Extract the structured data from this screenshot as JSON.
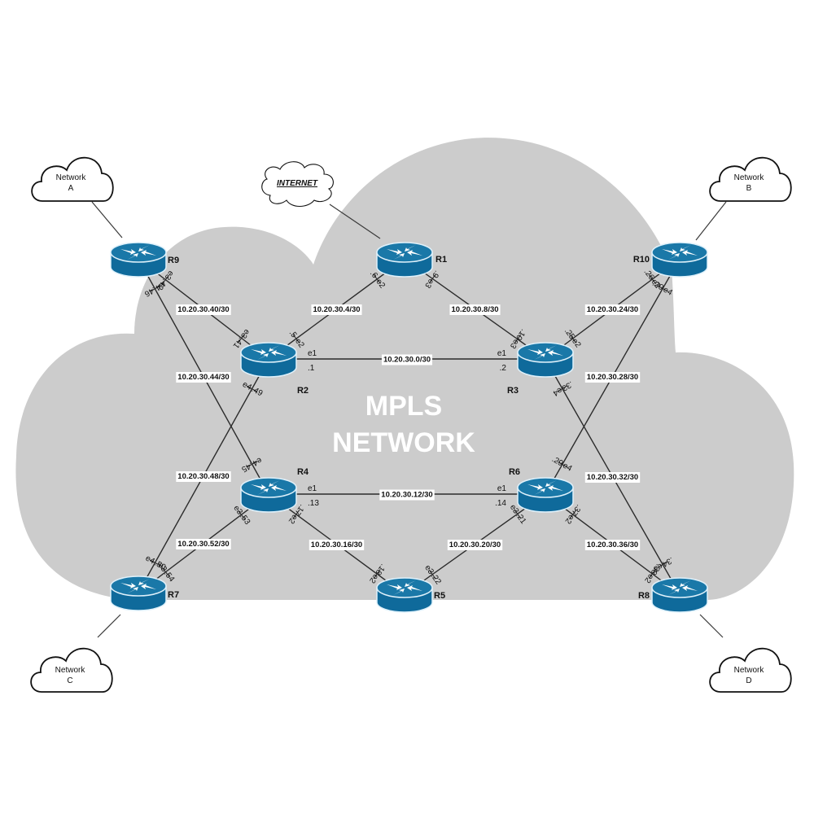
{
  "title": {
    "line1": "MPLS",
    "line2": "NETWORK"
  },
  "colors": {
    "mpls_cloud": "#cccccc",
    "router_body": "#0f6a9b",
    "router_top": "#1a78a8",
    "router_arrows": "#ffffff",
    "background": "#ffffff"
  },
  "external_networks": [
    {
      "id": "netA",
      "line1": "Network",
      "line2": "A",
      "attached_router": "R9"
    },
    {
      "id": "netB",
      "line1": "Network",
      "line2": "B",
      "attached_router": "R10"
    },
    {
      "id": "netC",
      "line1": "Network",
      "line2": "C",
      "attached_router": "R7"
    },
    {
      "id": "netD",
      "line1": "Network",
      "line2": "D",
      "attached_router": "R8"
    },
    {
      "id": "internet",
      "label": "INTERNET",
      "attached_router": "R1"
    }
  ],
  "routers": [
    {
      "id": "R1",
      "label": "R1",
      "icon": "router-icon"
    },
    {
      "id": "R2",
      "label": "R2",
      "icon": "router-icon"
    },
    {
      "id": "R3",
      "label": "R3",
      "icon": "router-icon"
    },
    {
      "id": "R4",
      "label": "R4",
      "icon": "router-icon"
    },
    {
      "id": "R5",
      "label": "R5",
      "icon": "router-icon"
    },
    {
      "id": "R6",
      "label": "R6",
      "icon": "router-icon"
    },
    {
      "id": "R7",
      "label": "R7",
      "icon": "router-icon"
    },
    {
      "id": "R8",
      "label": "R8",
      "icon": "router-icon"
    },
    {
      "id": "R9",
      "label": "R9",
      "icon": "router-icon"
    },
    {
      "id": "R10",
      "label": "R10",
      "icon": "router-icon"
    }
  ],
  "links": [
    {
      "subnet": "10.20.30.0/30",
      "a": "R2",
      "a_if": "e1",
      "a_ip": ".1",
      "b": "R3",
      "b_if": "e1",
      "b_ip": ".2"
    },
    {
      "subnet": "10.20.30.4/30",
      "a": "R2",
      "a_if": "e2",
      "a_ip": ".5",
      "b": "R1",
      "b_if": "e2",
      "b_ip": ".6"
    },
    {
      "subnet": "10.20.30.8/30",
      "a": "R1",
      "a_if": "e3",
      "a_ip": ".9",
      "b": "R3",
      "b_if": "e3",
      "b_ip": ".10"
    },
    {
      "subnet": "10.20.30.12/30",
      "a": "R4",
      "a_if": "e1",
      "a_ip": ".13",
      "b": "R6",
      "b_if": "e1",
      "b_ip": ".14"
    },
    {
      "subnet": "10.20.30.16/30",
      "a": "R4",
      "a_if": "e2",
      "a_ip": ".17",
      "b": "R5",
      "b_if": "e2",
      "b_ip": ".18"
    },
    {
      "subnet": "10.20.30.20/30",
      "a": "R6",
      "a_if": "e3",
      "a_ip": ".21",
      "b": "R5",
      "b_if": "e3",
      "b_ip": ".22"
    },
    {
      "subnet": "10.20.30.24/30",
      "a": "R3",
      "a_if": "e2",
      "a_ip": ".25",
      "b": "R10",
      "b_if": "e2",
      "b_ip": ".26"
    },
    {
      "subnet": "10.20.30.28/30",
      "a": "R6",
      "a_if": "e4",
      "a_ip": ".29",
      "b": "R10",
      "b_if": "e4",
      "b_ip": ".30"
    },
    {
      "subnet": "10.20.30.32/30",
      "a": "R3",
      "a_if": "e4",
      "a_ip": ".33",
      "b": "R8",
      "b_if": "e4",
      "b_ip": ".34"
    },
    {
      "subnet": "10.20.30.36/30",
      "a": "R6",
      "a_if": "e2",
      "a_ip": ".37",
      "b": "R8",
      "b_if": "e2",
      "b_ip": ".38"
    },
    {
      "subnet": "10.20.30.40/30",
      "a": "R2",
      "a_if": "e3",
      "a_ip": ".41",
      "b": "R9",
      "b_if": "e3",
      "b_ip": ".42"
    },
    {
      "subnet": "10.20.30.44/30",
      "a": "R4",
      "a_if": "e4",
      "a_ip": ".45",
      "b": "R9",
      "b_if": "e4",
      "b_ip": ".46"
    },
    {
      "subnet": "10.20.30.48/30",
      "a": "R2",
      "a_if": "e4",
      "a_ip": ".49",
      "b": "R7",
      "b_if": "e4",
      "b_ip": ".50"
    },
    {
      "subnet": "10.20.30.52/30",
      "a": "R4",
      "a_if": "e3",
      "a_ip": ".53",
      "b": "R7",
      "b_if": "e3",
      "b_ip": ".54"
    }
  ]
}
